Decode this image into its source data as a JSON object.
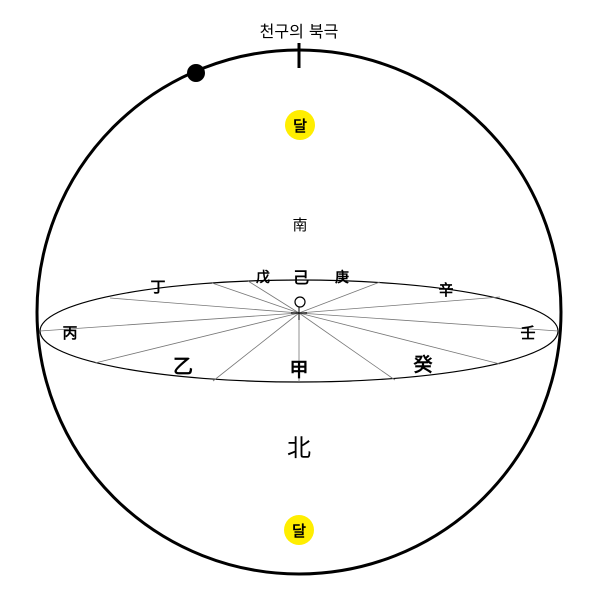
{
  "diagram": {
    "title": "천구의 북극",
    "moon_label": "달",
    "center_south": "南",
    "center_north": "北",
    "stems": {
      "gap": "甲",
      "eul": "乙",
      "byeong": "丙",
      "jeong": "丁",
      "mu": "戊",
      "gi": "己",
      "gyeong": "庚",
      "sin": "辛",
      "im": "壬",
      "gye": "癸"
    },
    "colors": {
      "line": "#000000",
      "moon_fill": "#ffee00",
      "body_fill": "#000000",
      "background": "#ffffff"
    }
  }
}
